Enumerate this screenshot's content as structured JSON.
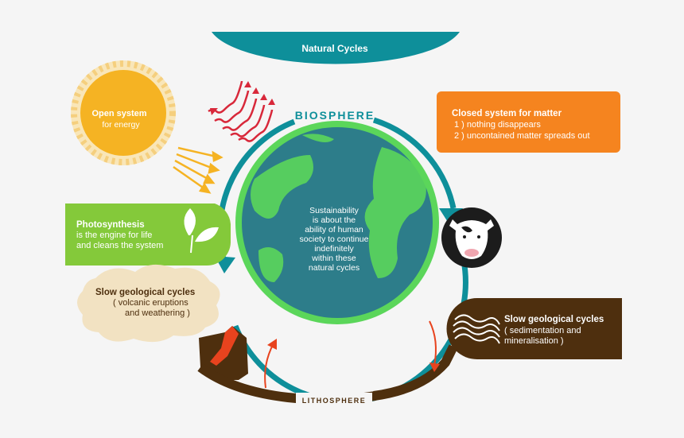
{
  "header": {
    "title": "Natural Cycles"
  },
  "sun": {
    "title": "Open system",
    "subtitle": "for energy"
  },
  "closed_system": {
    "title": "Closed system for matter",
    "line1": "1 ) nothing disappears",
    "line2": "2 ) uncontained matter spreads out"
  },
  "photosynthesis": {
    "title": "Photosynthesis",
    "line1": "is the engine for life",
    "line2": "and cleans the system"
  },
  "slow_cycles_left": {
    "title": "Slow geological cycles",
    "line1": "( volcanic eruptions",
    "line2": "and weathering )"
  },
  "slow_cycles_right": {
    "title": "Slow geological cycles",
    "line1": "( sedimentation and",
    "line2": "mineralisation )"
  },
  "earth": {
    "lines": [
      "Sustainability",
      "is about the",
      "ability of human",
      "society to continue",
      "indefinitely",
      "within these",
      "natural cycles"
    ]
  },
  "labels": {
    "biosphere": "BIOSPHERE",
    "lithosphere": "LITHOSPHERE"
  },
  "colors": {
    "teal": "#0e8f9a",
    "orange": "#f5841f",
    "green": "#84c93a",
    "brown": "#4e2f0e",
    "sun": "#f5b323",
    "earth_ocean": "#2d7d8a",
    "earth_land": "#5bd65a"
  }
}
